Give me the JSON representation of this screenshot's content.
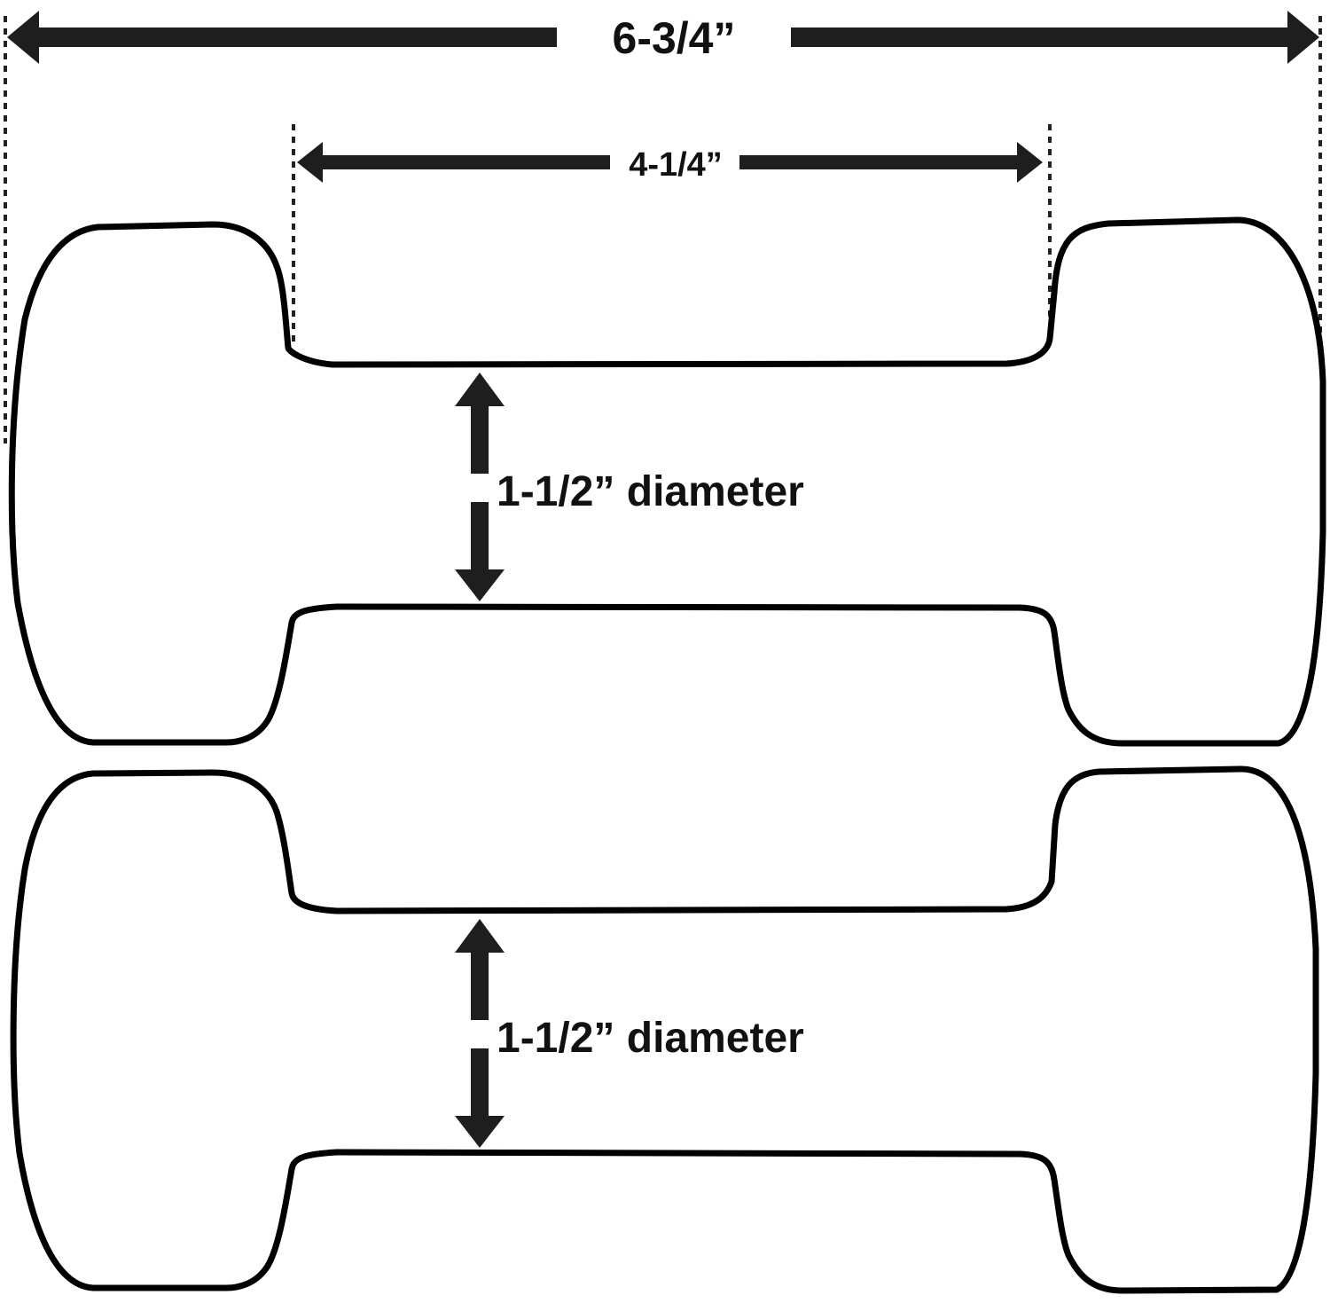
{
  "overall_length": {
    "label": "6-3/4”"
  },
  "handle_length": {
    "label": "4-1/4”"
  },
  "handle_diameter_top": {
    "label": "1-1/2” diameter"
  },
  "handle_diameter_bottom": {
    "label": "1-1/2” diameter"
  },
  "colors": {
    "outline": "#000000",
    "dimension": "#1e1e1e",
    "background": "#ffffff"
  }
}
